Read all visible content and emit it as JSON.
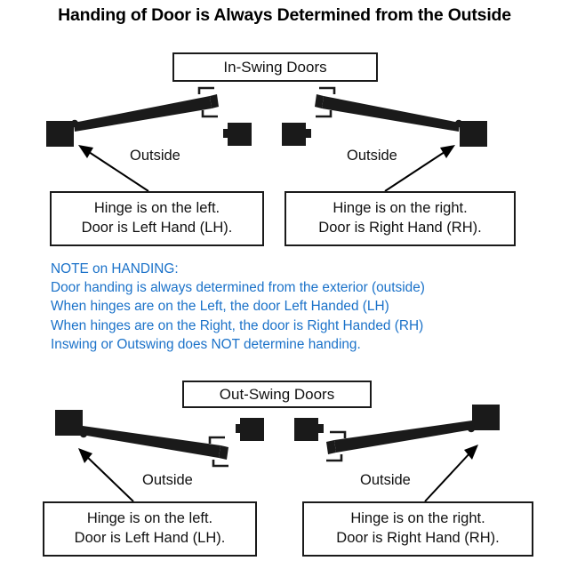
{
  "title": "Handing of Door is Always Determined from the Outside",
  "colors": {
    "text": "#111111",
    "note_blue": "#1b72c9",
    "stroke": "#1a1a1a",
    "background": "#ffffff"
  },
  "sections": {
    "in_swing": {
      "header": "In-Swing Doors",
      "left": {
        "outside_label": "Outside",
        "caption_line1": "Hinge is on the left.",
        "caption_line2": "Door is Left Hand (LH)."
      },
      "right": {
        "outside_label": "Outside",
        "caption_line1": "Hinge is on the right.",
        "caption_line2": "Door is Right Hand (RH)."
      }
    },
    "out_swing": {
      "header": "Out-Swing Doors",
      "left": {
        "outside_label": "Outside",
        "caption_line1": "Hinge is on the left.",
        "caption_line2": "Door is Left Hand (LH)."
      },
      "right": {
        "outside_label": "Outside",
        "caption_line1": "Hinge is on the right.",
        "caption_line2": "Door is Right Hand (RH)."
      }
    }
  },
  "note": {
    "line1": "NOTE on HANDING:",
    "line2": "Door handing is always determined from the exterior (outside)",
    "line3": "When hinges are on the Left, the door Left Handed (LH)",
    "line4": "When hinges are on the Right, the door is Right Handed (RH)",
    "line5": "Inswing or Outswing does NOT determine handing."
  }
}
